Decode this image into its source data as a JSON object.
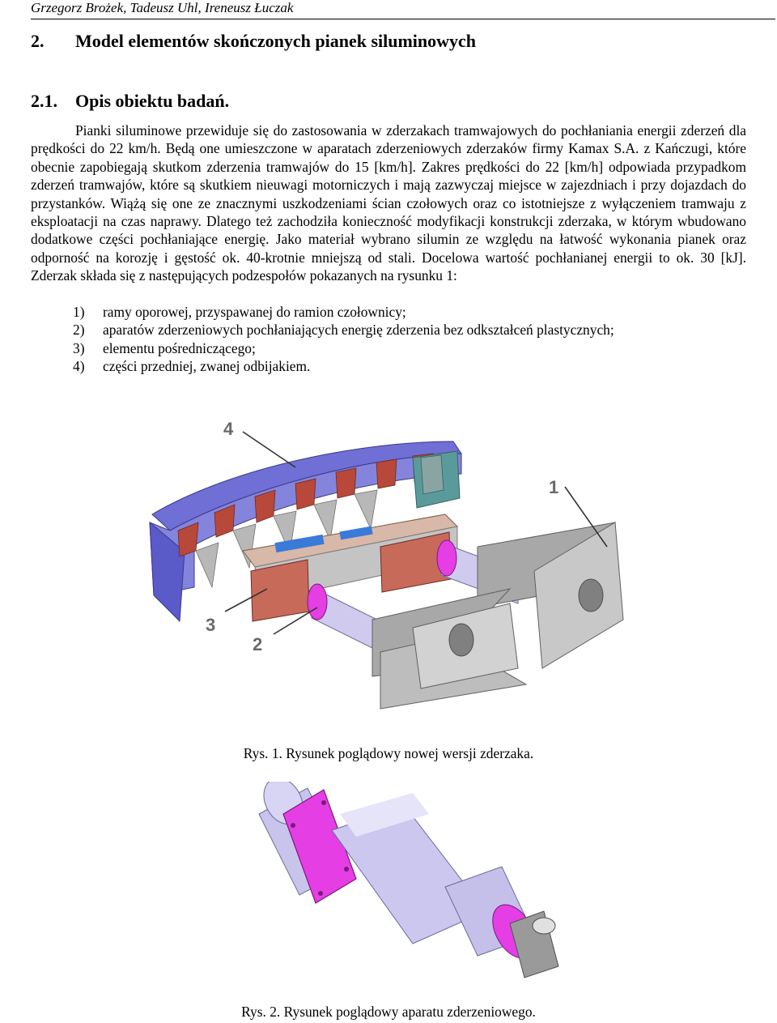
{
  "running_head": "Grzegorz Brożek, Tadeusz Uhl, Ireneusz Łuczak",
  "section": {
    "number": "2.",
    "title": "Model elementów skończonych pianek siluminowych"
  },
  "subsection": {
    "number": "2.1.",
    "title": "Opis obiektu badań."
  },
  "paragraph": "Pianki siluminowe przewiduje się do zastosowania w zderzakach tramwajowych do pochłaniania energii zderzeń dla prędkości do 22 km/h. Będą one umieszczone w aparatach zderzeniowych zderzaków firmy Kamax S.A. z Kańczugi, które obecnie zapobiegają skutkom zderzenia tramwajów do 15 [km/h]. Zakres prędkości do 22 [km/h] odpowiada przypadkom zderzeń tramwajów, które są skutkiem nieuwagi motorniczych i mają zazwyczaj miejsce w zajezdniach i przy dojazdach do przystanków. Wiążą się one ze znacznymi uszkodzeniami ścian czołowych oraz co istotniejsze z wyłączeniem tramwaju z eksploatacji na czas naprawy. Dlatego też zachodziła konieczność modyfikacji konstrukcji zderzaka, w którym wbudowano dodatkowe części pochłaniające energię. Jako materiał wybrano silumin ze względu na łatwość wykonania pianek oraz odporność na korozję i gęstość ok. 40-krotnie mniejszą od stali. Docelowa wartość pochłanianej energii to ok. 30 [kJ]. Zderzak składa się z następujących podzespołów pokazanych na rysunku 1:",
  "list": [
    {
      "n": "1)",
      "text": "ramy oporowej, przyspawanej do ramion czołownicy;"
    },
    {
      "n": "2)",
      "text": "aparatów zderzeniowych pochłaniających energię zderzenia bez odkształceń plastycznych;"
    },
    {
      "n": "3)",
      "text": "elementu pośredniczącego;"
    },
    {
      "n": "4)",
      "text": "części przedniej, zwanej odbijakiem."
    }
  ],
  "figure1": {
    "callouts": {
      "c4": "4",
      "c1": "1",
      "c3": "3",
      "c2": "2"
    },
    "caption": "Rys. 1. Rysunek poglądowy nowej wersji zderzaka."
  },
  "figure2": {
    "caption": "Rys. 2. Rysunek poglądowy aparatu zderzeniowego."
  },
  "colors": {
    "bumper_blue": "#6f6fd6",
    "rib_red": "#b8483a",
    "frame_grey": "#a8a8a8",
    "cylinder_magenta": "#e43ee4",
    "cylinder_lavender": "#c8c4ec"
  }
}
